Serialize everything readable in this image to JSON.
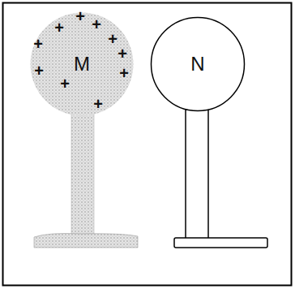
{
  "diagram": {
    "nodes": [
      {
        "text": [
          "M"
        ]
      },
      {
        "text": [
          "N"
        ]
      }
    ],
    "labels": [
      "+",
      "+",
      "+",
      "+",
      "+",
      "+",
      "+",
      "+",
      "+",
      "+"
    ]
  }
}
